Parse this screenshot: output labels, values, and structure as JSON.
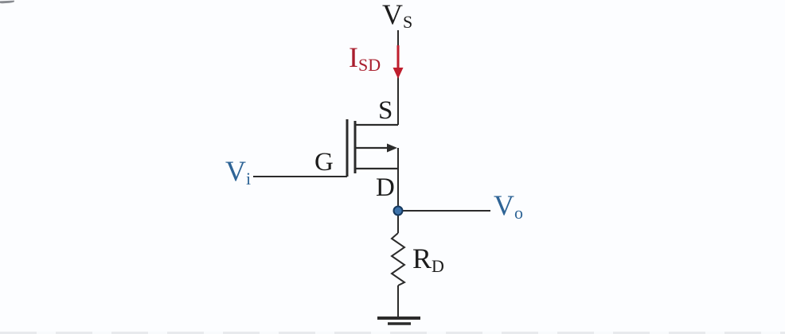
{
  "diagram": {
    "labels": {
      "supply": {
        "main": "V",
        "sub": "S"
      },
      "current": {
        "main": "I",
        "sub": "SD"
      },
      "source": "S",
      "gate": "G",
      "drain": "D",
      "input": {
        "main": "V",
        "sub": "i"
      },
      "output": {
        "main": "V",
        "sub": "o"
      },
      "resistor": {
        "main": "R",
        "sub": "D"
      }
    },
    "colors": {
      "background": "#fcfdff",
      "wire": "#2b2b2b",
      "label_black": "#1c1c1c",
      "label_blue": "#2e6496",
      "label_red": "#a91e2e",
      "arrow_red": "#bf1e2e",
      "node_fill": "#3c72aa",
      "node_stroke": "#16395e"
    }
  }
}
